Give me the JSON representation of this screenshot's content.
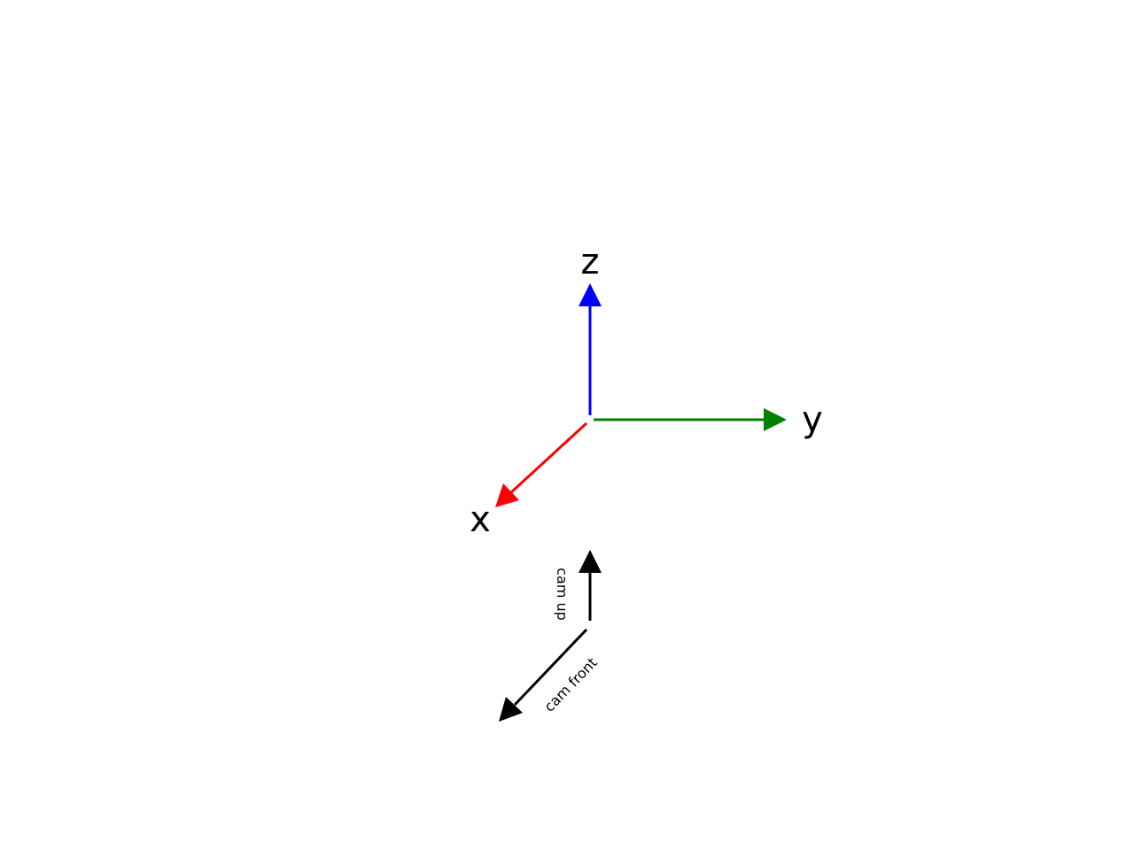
{
  "axes": {
    "x": {
      "label": "x",
      "color": "#ff0000"
    },
    "y": {
      "label": "y",
      "color": "#008000"
    },
    "z": {
      "label": "z",
      "color": "#0000ff"
    }
  },
  "camera": {
    "up": {
      "label": "cam up",
      "color": "#000000"
    },
    "front": {
      "label": "cam front",
      "color": "#000000"
    }
  }
}
